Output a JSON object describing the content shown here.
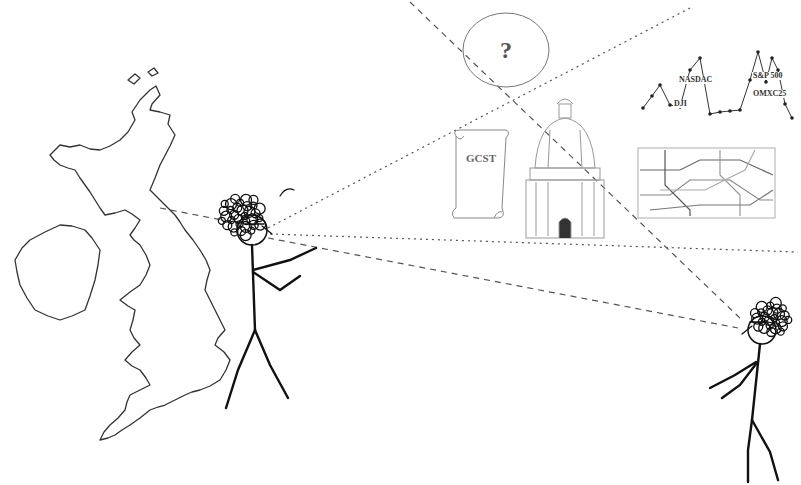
{
  "diagram": {
    "nodes": [
      {
        "text": [
          "?"
        ]
      },
      {
        "text": [
          "GCST"
        ]
      }
    ],
    "labels": [
      "DJI",
      "NASDAC",
      "S&P 500",
      "OMXC25"
    ]
  }
}
